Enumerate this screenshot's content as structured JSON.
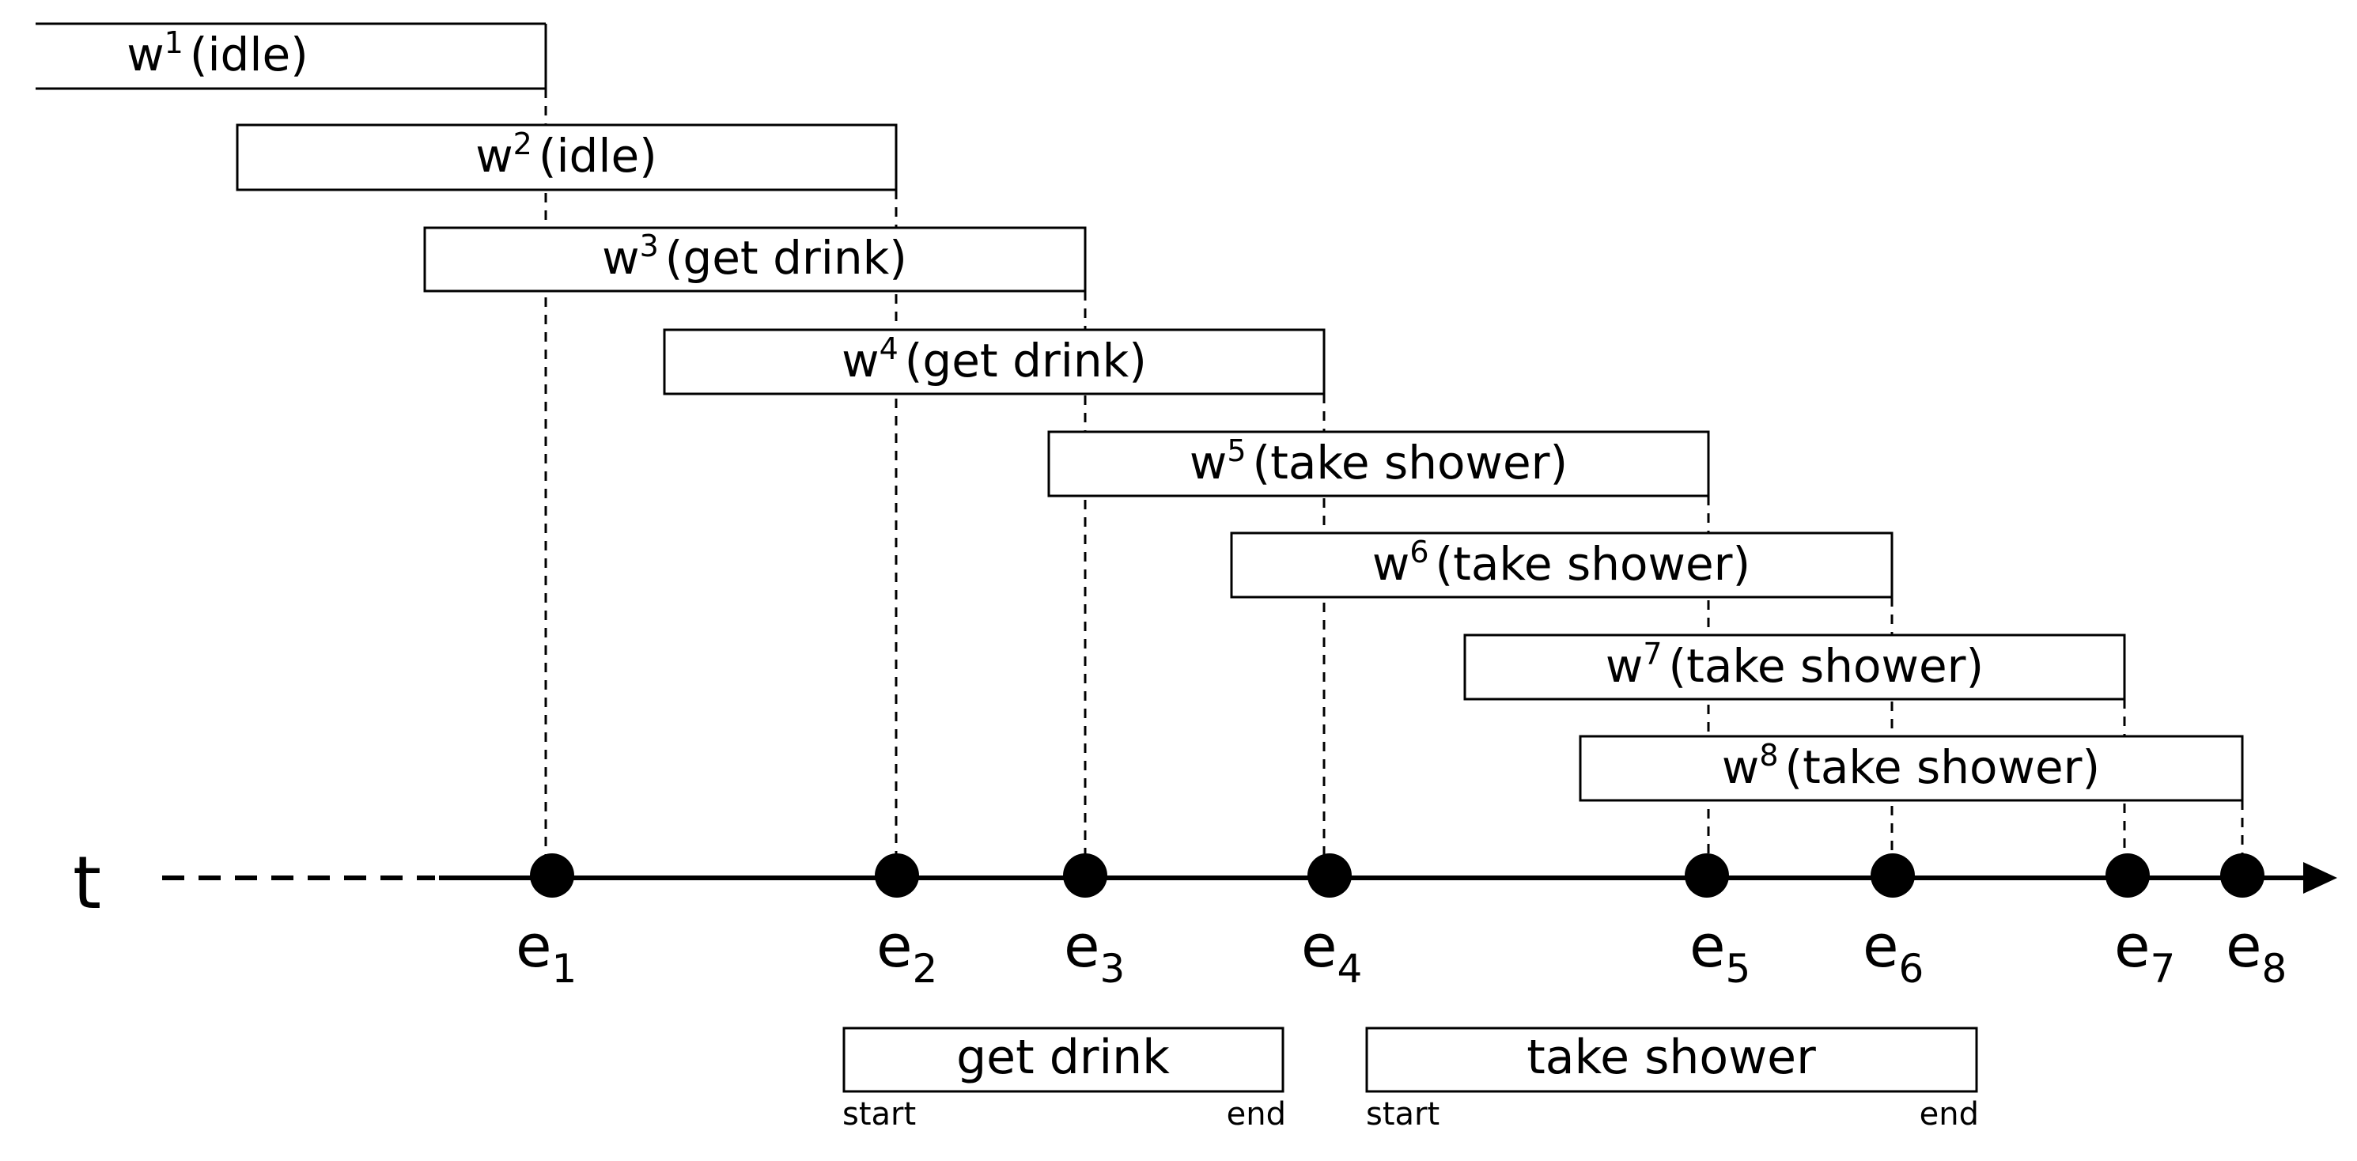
{
  "axis": {
    "label": "t"
  },
  "windows": [
    {
      "symbol": "w",
      "index": "1",
      "activity": "(idle)"
    },
    {
      "symbol": "w",
      "index": "2",
      "activity": "(idle)"
    },
    {
      "symbol": "w",
      "index": "3",
      "activity": "(get drink)"
    },
    {
      "symbol": "w",
      "index": "4",
      "activity": "(get drink)"
    },
    {
      "symbol": "w",
      "index": "5",
      "activity": "(take shower)"
    },
    {
      "symbol": "w",
      "index": "6",
      "activity": "(take shower)"
    },
    {
      "symbol": "w",
      "index": "7",
      "activity": "(take shower)"
    },
    {
      "symbol": "w",
      "index": "8",
      "activity": "(take shower)"
    }
  ],
  "events": [
    {
      "symbol": "e",
      "index": "1"
    },
    {
      "symbol": "e",
      "index": "2"
    },
    {
      "symbol": "e",
      "index": "3"
    },
    {
      "symbol": "e",
      "index": "4"
    },
    {
      "symbol": "e",
      "index": "5"
    },
    {
      "symbol": "e",
      "index": "6"
    },
    {
      "symbol": "e",
      "index": "7"
    },
    {
      "symbol": "e",
      "index": "8"
    }
  ],
  "activities": [
    {
      "name": "get drink",
      "start_label": "start",
      "end_label": "end"
    },
    {
      "name": "take shower",
      "start_label": "start",
      "end_label": "end"
    }
  ]
}
